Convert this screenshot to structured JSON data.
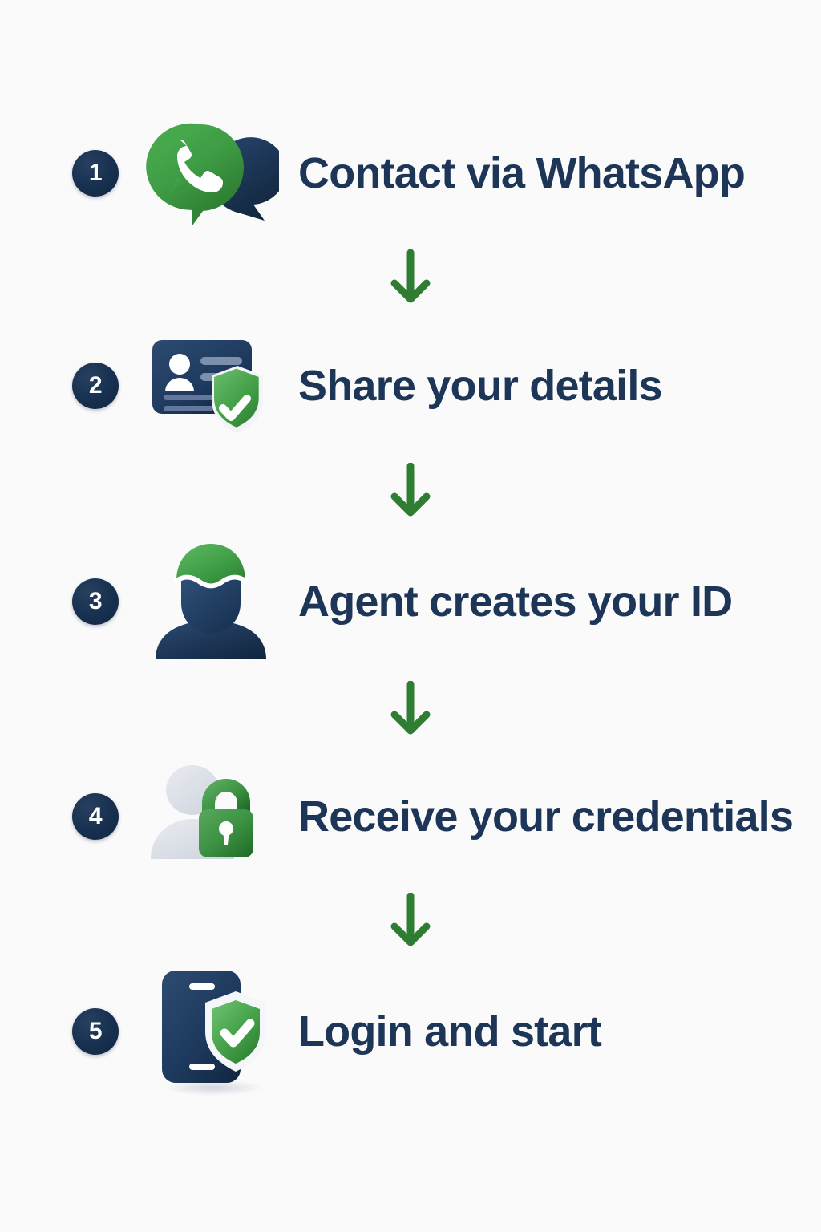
{
  "page": {
    "background_color": "#fafafa",
    "text_color": "#1d3557",
    "accent_green": "#2e7d32",
    "badge_color": "#17304f"
  },
  "steps": [
    {
      "number": "1",
      "label": "Contact via WhatsApp",
      "icon": "whatsapp-chat-icon"
    },
    {
      "number": "2",
      "label": "Share your details",
      "icon": "id-card-shield-icon"
    },
    {
      "number": "3",
      "label": "Agent creates your ID",
      "icon": "agent-person-icon"
    },
    {
      "number": "4",
      "label": "Receive your credentials",
      "icon": "user-lock-icon"
    },
    {
      "number": "5",
      "label": "Login and start",
      "icon": "phone-shield-icon"
    }
  ],
  "connectors": [
    {
      "icon": "arrow-down-icon"
    },
    {
      "icon": "arrow-down-icon"
    },
    {
      "icon": "arrow-down-icon"
    },
    {
      "icon": "arrow-down-icon"
    }
  ]
}
